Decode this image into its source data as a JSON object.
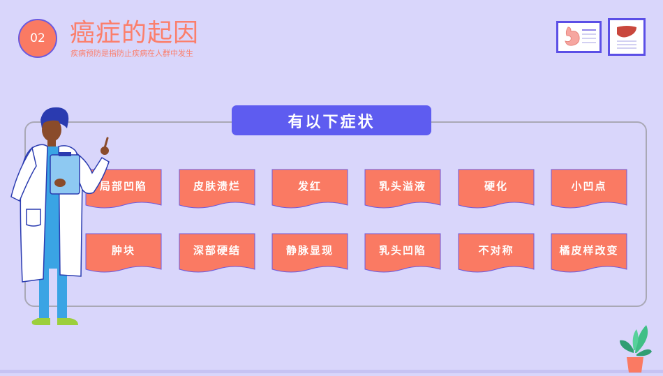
{
  "header": {
    "number": "02",
    "title": "癌症的起因",
    "subtitle": "疾病预防是指防止疾病在人群中发生"
  },
  "section": {
    "heading": "有以下症状"
  },
  "symptoms": {
    "row1": [
      "局部凹陷",
      "皮肤溃烂",
      "发红",
      "乳头溢液",
      "硬化",
      "小凹点"
    ],
    "row2": [
      "肿块",
      "深部硬结",
      "静脉显现",
      "乳头凹陷",
      "不对称",
      "橘皮样改变"
    ]
  },
  "colors": {
    "background": "#d9d6fb",
    "accent_coral": "#fa7a63",
    "accent_blue": "#5e5cf0"
  },
  "icons": [
    "stomach-poster-icon",
    "liver-poster-icon",
    "doctor-illustration",
    "potted-plant-icon"
  ]
}
